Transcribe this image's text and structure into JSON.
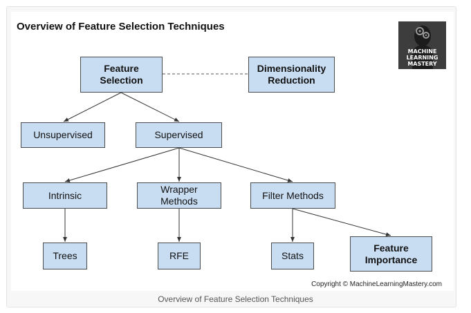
{
  "title": "Overview of Feature Selection Techniques",
  "nodes": {
    "feature_selection": "Feature\nSelection",
    "dimensionality_reduction": "Dimensionality\nReduction",
    "unsupervised": "Unsupervised",
    "supervised": "Supervised",
    "intrinsic": "Intrinsic",
    "wrapper_methods": "Wrapper\nMethods",
    "filter_methods": "Filter Methods",
    "trees": "Trees",
    "rfe": "RFE",
    "stats": "Stats",
    "feature_importance": "Feature\nImportance"
  },
  "logo": {
    "text": "MACHINE\nLEARNING\nMASTERY",
    "icon": "head-gears-icon"
  },
  "copyright": "Copyright © MachineLearningMastery.com",
  "caption": "Overview of Feature Selection Techniques",
  "colors": {
    "node_fill": "#c9ddf2",
    "node_border": "#4a4a4a",
    "edge": "#333333"
  }
}
